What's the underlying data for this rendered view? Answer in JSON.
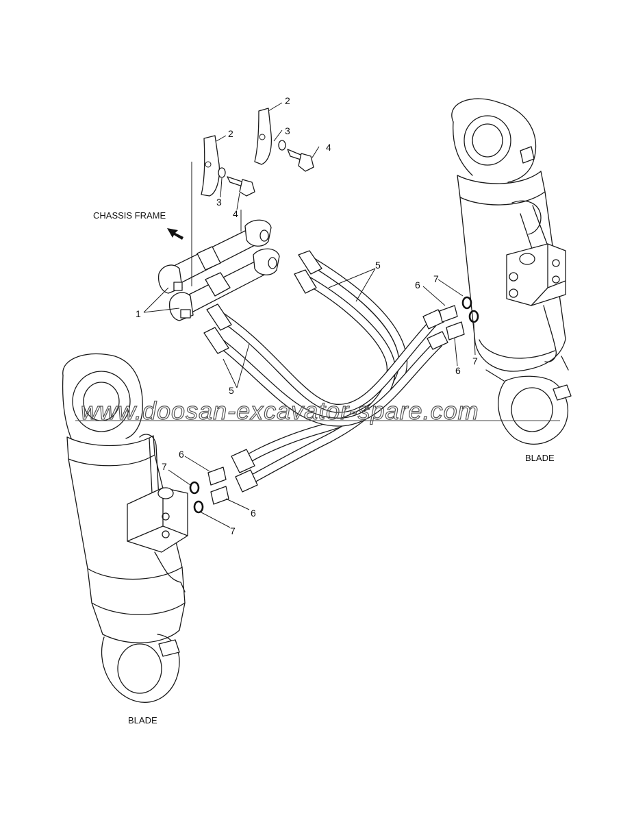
{
  "diagram": {
    "labels": {
      "chassis_frame": "CHASSIS FRAME",
      "blade_right": "BLADE",
      "blade_left": "BLADE"
    },
    "callouts": {
      "c1": "1",
      "c2a": "2",
      "c2b": "2",
      "c3a": "3",
      "c3b": "3",
      "c4a": "4",
      "c4b": "4",
      "c5a": "5",
      "c5b": "5",
      "c6a": "6",
      "c6b": "6",
      "c6c": "6",
      "c6d": "6",
      "c7a": "7",
      "c7b": "7",
      "c7c": "7",
      "c7d": "7"
    },
    "watermark": "www.doosan-excavator-spare.com"
  }
}
